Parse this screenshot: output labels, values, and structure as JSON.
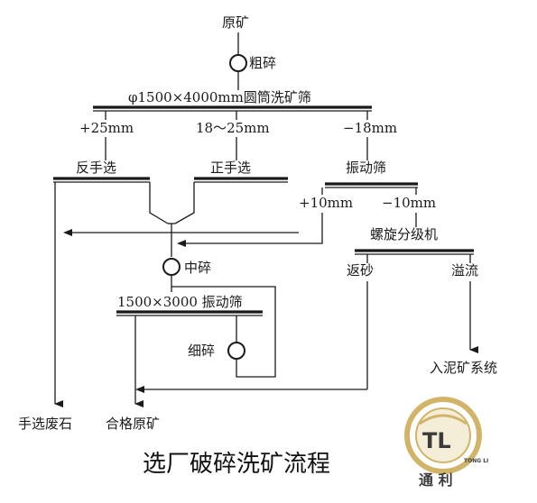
{
  "title": "选厂破碎洗矿流程",
  "nodes": {
    "raw_ore": "原矿",
    "coarse_crush": "粗碎",
    "drum_screen": "φ1500×4000mm圆筒洗矿筛",
    "plus25": "+25mm",
    "mid_range": "18～25mm",
    "minus18": "−18mm",
    "reverse_sort": "反手选",
    "forward_sort": "正手选",
    "vibrating_screen_1": "振动筛",
    "plus10": "+10mm",
    "minus10": "−10mm",
    "spiral_classifier": "螺旋分级机",
    "medium_crush": "中碎",
    "return_sand": "返砂",
    "overflow": "溢流",
    "vibrating_screen_2": "1500×3000 振动筛",
    "fine_crush": "细碎",
    "slime_system": "入泥矿系统",
    "hand_waste": "手选废石",
    "qualified_ore": "合格原矿"
  },
  "logo": {
    "mark": "TL",
    "name": "通 利",
    "sub": "TONG LI",
    "colors": {
      "gold": "#c9a84e",
      "red": "#c0392b"
    }
  }
}
